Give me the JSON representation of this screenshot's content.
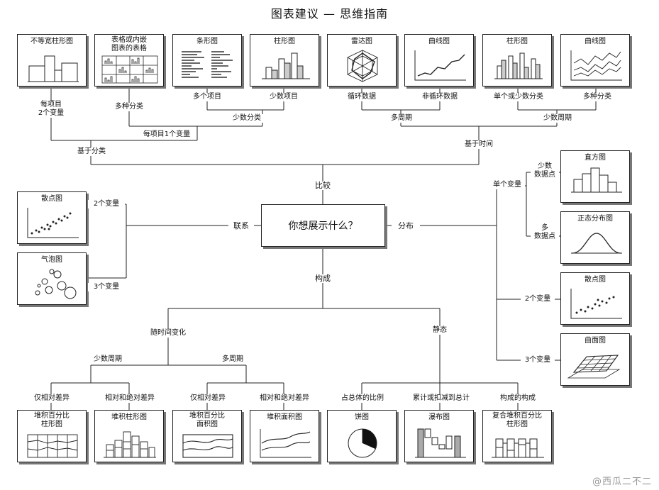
{
  "title": "图表建议 — 思维指南",
  "center": "你想展示什么？",
  "branches": {
    "compare": "比较",
    "relation": "联系",
    "distribution": "分布",
    "composition": "构成"
  },
  "compare": {
    "by_category": "基于分类",
    "by_time": "基于时间",
    "per_item_1var": "每项目1个变量",
    "per_item_2var": "每项目\n2个变量",
    "many_categories": "多种分类",
    "few_categories": "少数分类",
    "many_items": "多个项目",
    "few_items": "少数项目",
    "many_periods": "多周期",
    "few_periods": "少数周期",
    "cyclic": "循环数据",
    "noncyclic": "非循环数据",
    "single_or_few": "单个或少数分类",
    "many_cat2": "多种分类",
    "charts": {
      "variable_width_column": "不等宽柱形图",
      "table_with_charts": "表格或内嵌\n图表的表格",
      "bar": "条形图",
      "column": "柱形图",
      "radar": "雷达图",
      "line": "曲线图",
      "column2": "柱形图",
      "line2": "曲线图"
    }
  },
  "relation": {
    "two_vars": "2个变量",
    "three_vars": "3个变量",
    "charts": {
      "scatter": "散点图",
      "bubble": "气泡图"
    }
  },
  "distribution": {
    "single_var": "单个变量",
    "few_points": "少数\n数据点",
    "many_points": "多\n数据点",
    "two_vars": "2个变量",
    "three_vars": "3个变量",
    "charts": {
      "histogram": "直方图",
      "normal": "正态分布图",
      "scatter": "散点图",
      "surface": "曲面图"
    }
  },
  "composition": {
    "changing": "随时间变化",
    "static": "静态",
    "few_periods": "少数周期",
    "many_periods": "多周期",
    "relative_only_1": "仅相对差异",
    "rel_abs_1": "相对和绝对差异",
    "relative_only_2": "仅相对差异",
    "rel_abs_2": "相对和绝对差异",
    "share_of_total": "占总体的比例",
    "accumulate": "累计或扣减到总计",
    "components": "构成的构成",
    "charts": {
      "stacked_pct_column": "堆积百分比\n柱形图",
      "stacked_column": "堆积柱形图",
      "stacked_pct_area": "堆积百分比\n面积图",
      "stacked_area": "堆积面积图",
      "pie": "饼图",
      "waterfall": "瀑布图",
      "stacked_pct_with_sub": "复合堆积百分比\n柱形图"
    }
  },
  "watermark": "@西瓜二不二"
}
